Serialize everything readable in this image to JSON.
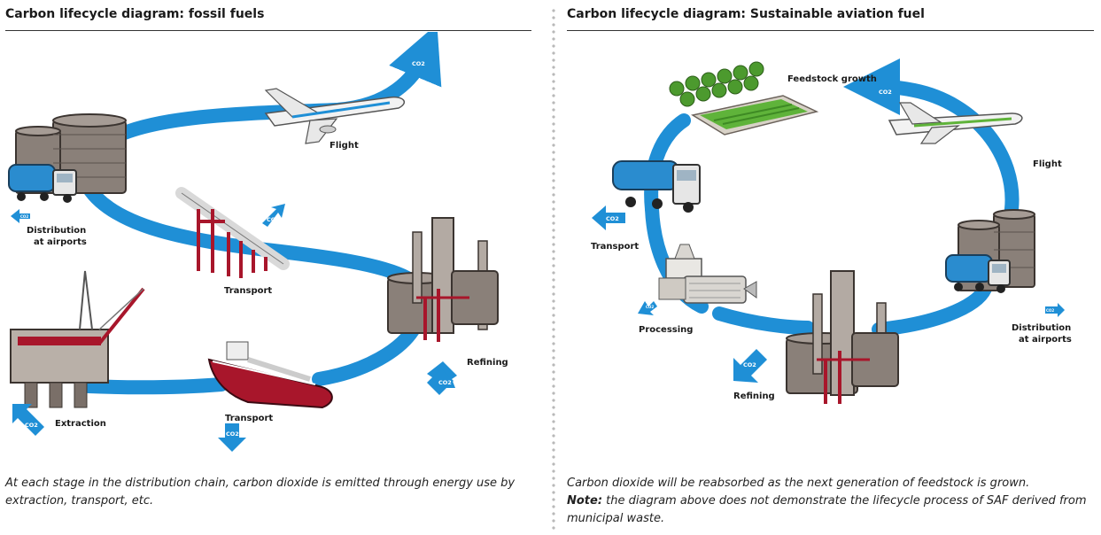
{
  "left": {
    "title": "Carbon lifecycle diagram: fossil fuels",
    "labels": {
      "flight": "Flight",
      "distribution_line1": "Distribution",
      "distribution_line2": "at airports",
      "transport_pipeline": "Transport",
      "refining": "Refining",
      "extraction": "Extraction",
      "transport_ship": "Transport"
    },
    "co2": "CO2",
    "caption": "At each stage in the distribution chain, carbon dioxide is emitted through energy use by extraction, transport, etc."
  },
  "right": {
    "title": "Carbon lifecycle diagram: Sustainable aviation fuel",
    "labels": {
      "feedstock": "Feedstock growth",
      "flight": "Flight",
      "transport": "Transport",
      "distribution_line1": "Distribution",
      "distribution_line2": "at airports",
      "processing": "Processing",
      "refining": "Refining"
    },
    "co2": "CO2",
    "caption_line": "Carbon dioxide will be reabsorbed as the next generation of feedstock is grown.",
    "note_label": "Note:",
    "note_text": " the diagram above does not demonstrate the lifecycle process of SAF derived from municipal waste."
  },
  "colors": {
    "flow_blue": "#1f8fd6",
    "tank_grey": "#8a8079",
    "accent_red": "#a8162b",
    "field_green": "#5fb33a"
  }
}
